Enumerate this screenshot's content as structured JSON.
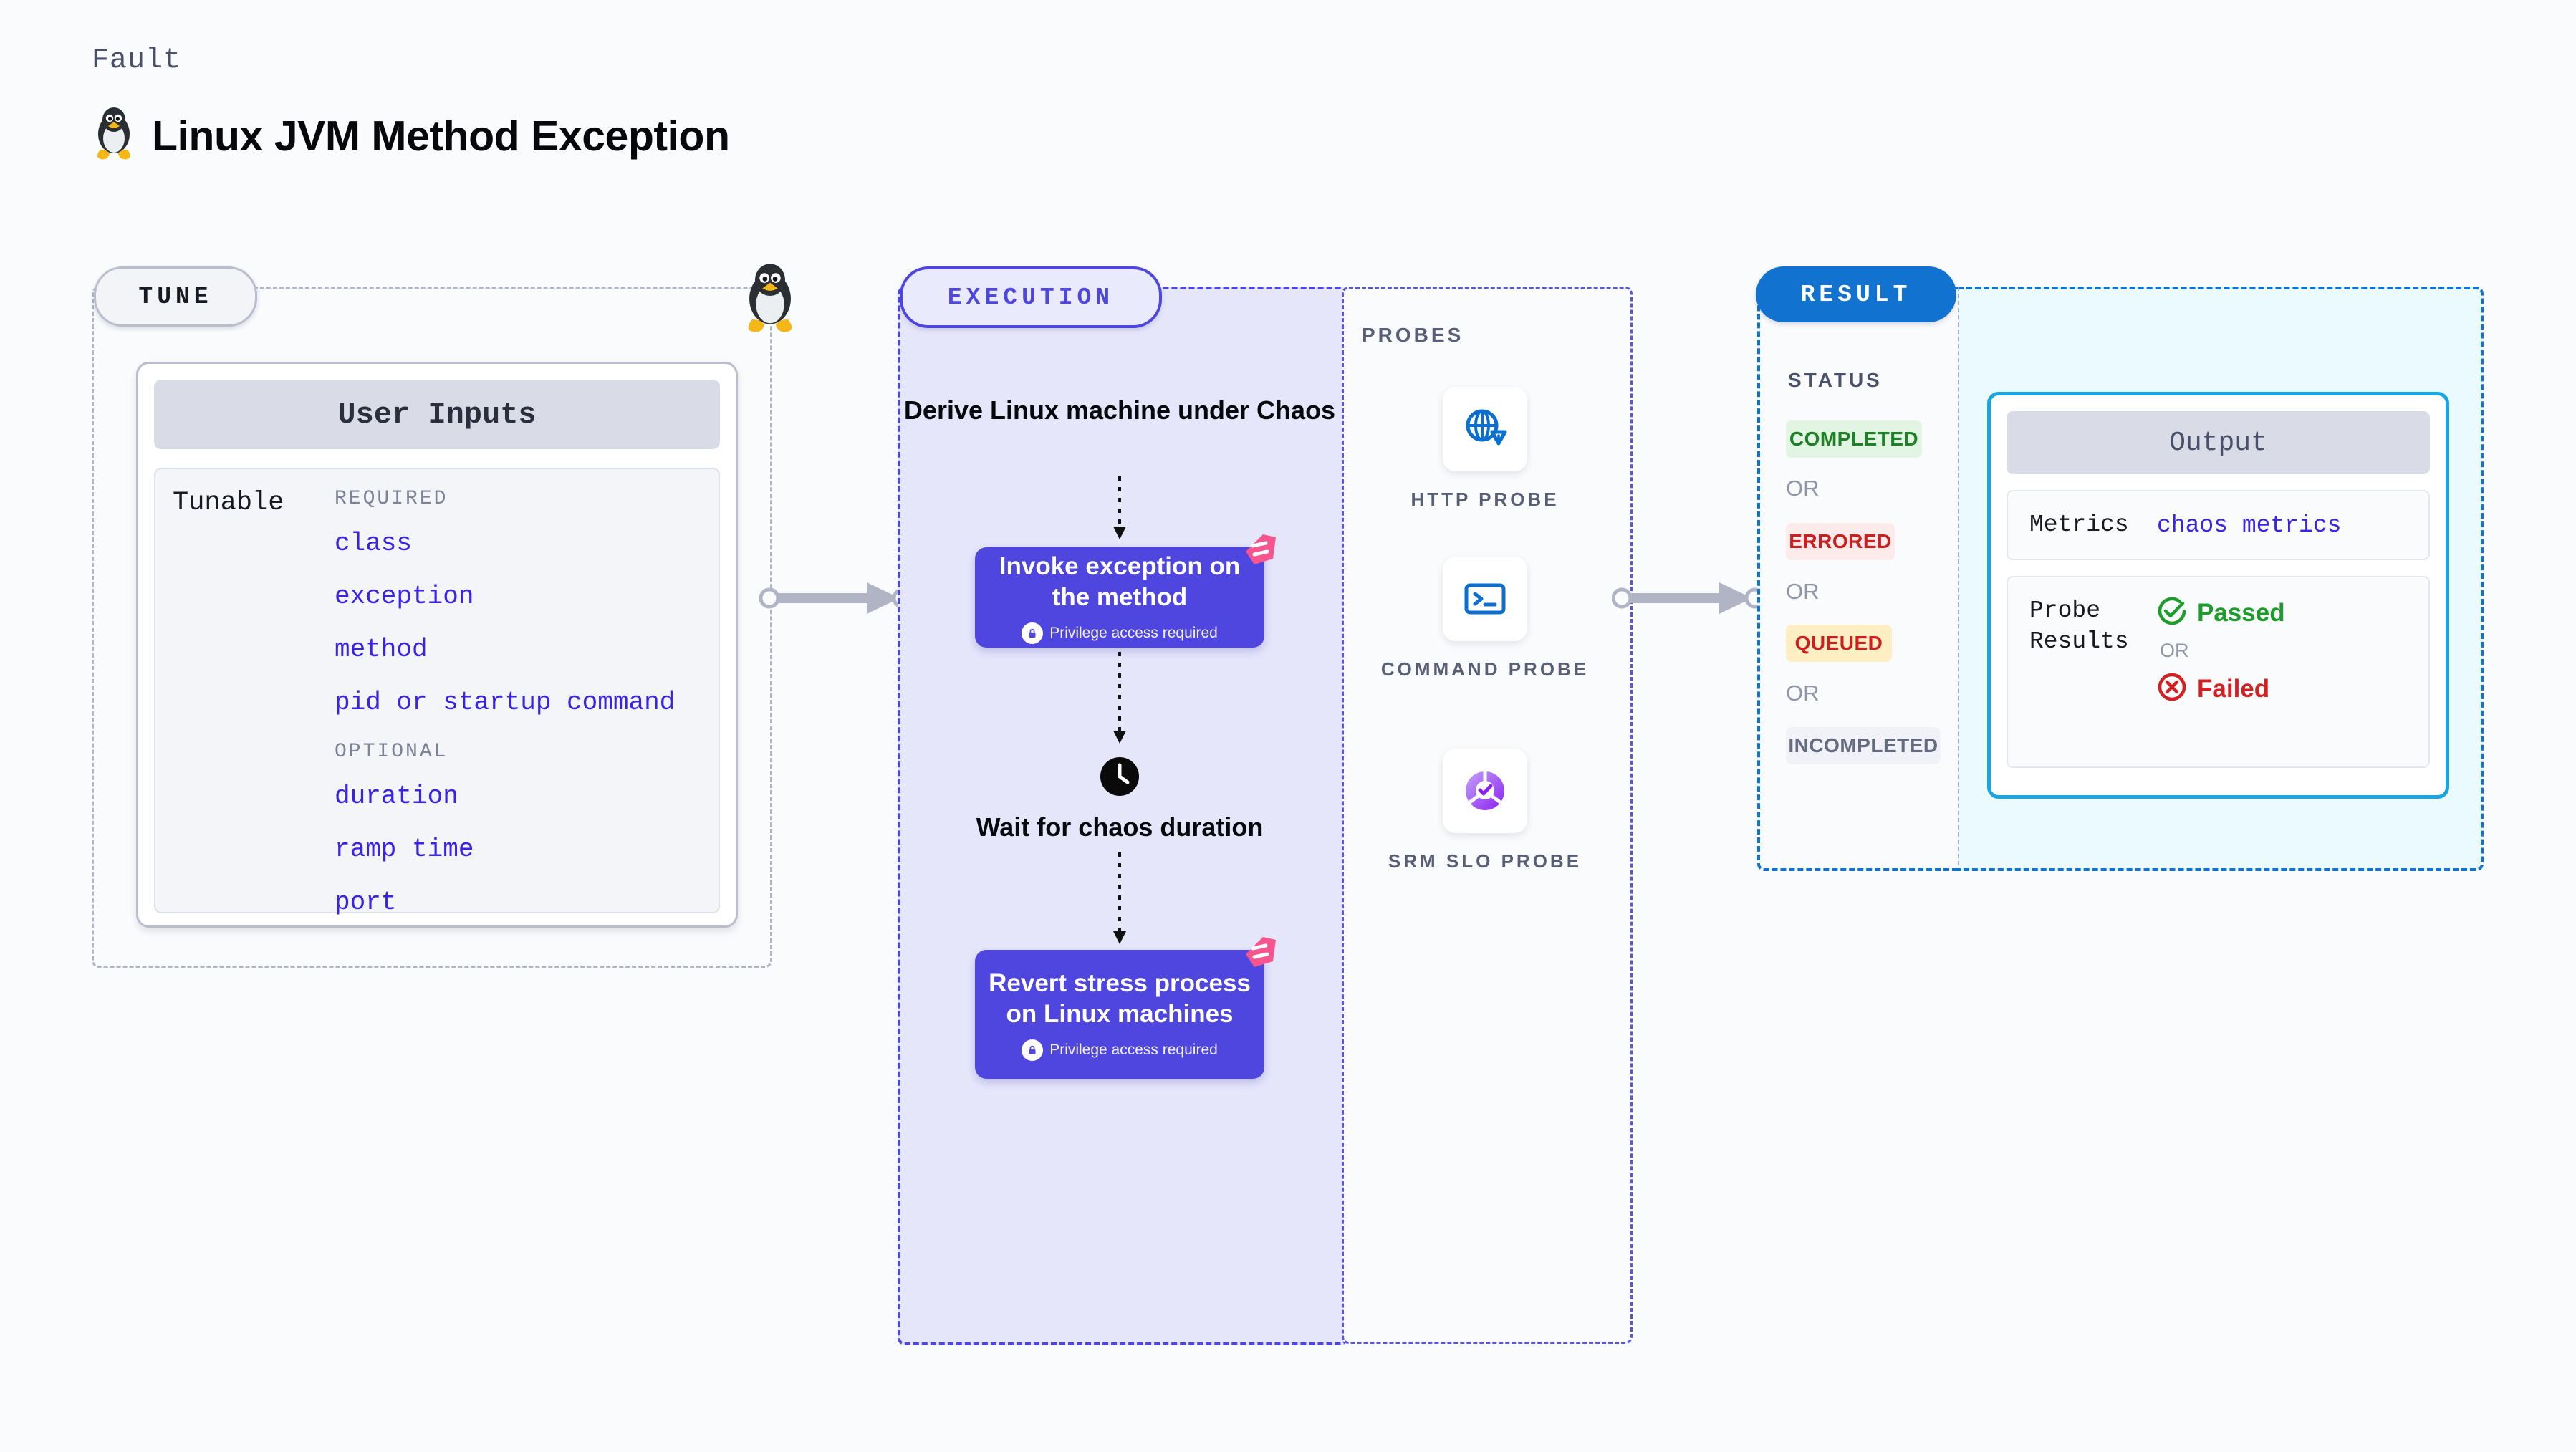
{
  "header": {
    "kicker": "Fault",
    "title": "Linux JVM Method Exception",
    "icon": "linux-penguin-icon"
  },
  "tune": {
    "badge": "TUNE",
    "card_title": "User Inputs",
    "tunable_label": "Tunable",
    "groups": [
      {
        "heading": "REQUIRED",
        "items": [
          "class",
          "exception",
          "method",
          "pid or startup command"
        ]
      },
      {
        "heading": "OPTIONAL",
        "items": [
          "duration",
          "ramp time",
          "port"
        ]
      }
    ],
    "accent": "#3a22e8"
  },
  "execution": {
    "badge": "EXECUTION",
    "heading": "Derive Linux machine under Chaos",
    "nodes": [
      {
        "title": "Invoke exception on the method",
        "sub": "Privilege access required"
      },
      {
        "title": "Revert stress process on Linux machines",
        "sub": "Privilege access required"
      }
    ],
    "wait_step": {
      "label": "Wait for chaos duration",
      "icon": "clock-icon"
    },
    "accent": "#4f46e0",
    "flag_color": "#f8558f"
  },
  "probes": {
    "title": "PROBES",
    "items": [
      {
        "label": "HTTP PROBE",
        "icon": "globe-warning-icon"
      },
      {
        "label": "COMMAND PROBE",
        "icon": "terminal-icon"
      },
      {
        "label": "SRM SLO PROBE",
        "icon": "slo-donut-check-icon"
      }
    ]
  },
  "result": {
    "badge": "RESULT",
    "status_title": "STATUS",
    "or_label": "OR",
    "statuses": [
      {
        "label": "COMPLETED",
        "bg": "#e2f5e3",
        "color": "#1d8227"
      },
      {
        "label": "ERRORED",
        "bg": "#fdeaea",
        "color": "#cc2020"
      },
      {
        "label": "QUEUED",
        "bg": "#fdeec4",
        "color": "#cc2020"
      },
      {
        "label": "INCOMPLETED",
        "bg": "#f1f2f7",
        "color": "#646b80"
      }
    ],
    "output": {
      "title": "Output",
      "metrics_key": "Metrics",
      "metrics_value": "chaos metrics",
      "probe_results_key": "Probe Results",
      "passed_label": "Passed",
      "failed_label": "Failed",
      "or_label": "OR",
      "passed_color": "#1d9c2b",
      "failed_color": "#d32020"
    }
  }
}
